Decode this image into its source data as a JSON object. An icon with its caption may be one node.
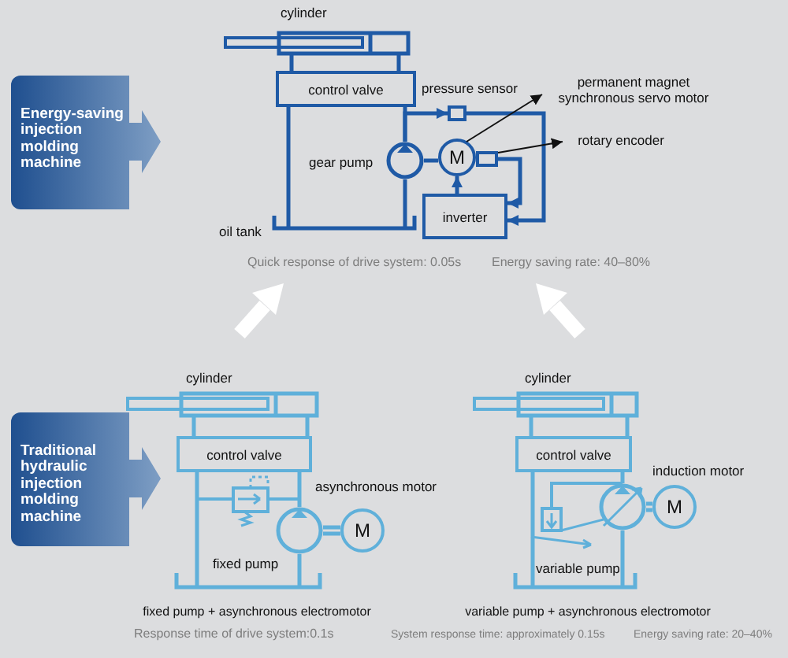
{
  "diagram": {
    "nodes": [
      {
        "text": [
          "Energy-saving injection molding machine"
        ]
      },
      {
        "text": [
          "cylinder"
        ]
      },
      {
        "text": [
          "control valve"
        ]
      },
      {
        "text": [
          "pressure sensor"
        ]
      },
      {
        "text": [],
        "shape": "circle",
        "beside": [
          "gear pump"
        ]
      },
      {
        "text": [
          "M"
        ]
      },
      {
        "text": [],
        "shape": "box"
      },
      {
        "text": [
          "inverter"
        ]
      },
      {
        "text": [
          "permanent magnet synchronous servo motor"
        ]
      },
      {
        "text": [
          "rotary encoder"
        ]
      },
      {
        "text": [
          "Traditional hydraulic injection molding machine"
        ]
      },
      {
        "text": [
          "cylinder"
        ]
      },
      {
        "text": [
          "control valve"
        ]
      },
      {
        "text": [],
        "shape": "circle",
        "beside": [
          "fixed pump"
        ]
      },
      {
        "text": [
          "M"
        ],
        "beside": [
          "asynchronous motor"
        ]
      },
      {
        "text": [
          "cylinder"
        ]
      },
      {
        "text": [
          "control valve"
        ]
      },
      {
        "text": [],
        "shape": "circle",
        "beside": [
          "variable pump"
        ]
      },
      {
        "text": [
          "M"
        ],
        "beside": [
          "induction motor"
        ]
      }
    ],
    "edges": [
      {
        "from": 1,
        "to": 2,
        "arrow": "none"
      },
      {
        "from": 2,
        "to": 4,
        "arrow": "none"
      },
      {
        "from": 4,
        "to": 3,
        "arrow": "to"
      },
      {
        "from": 3,
        "to": 7,
        "arrow": "to"
      },
      {
        "from": 6,
        "to": 7,
        "arrow": "to"
      },
      {
        "from": 7,
        "to": 5,
        "arrow": "to"
      },
      {
        "from": 4,
        "to": 5,
        "arrow": "none"
      },
      {
        "from": 5,
        "to": 8,
        "arrow": "to",
        "color": "#111111"
      },
      {
        "from": 6,
        "to": 9,
        "arrow": "to",
        "color": "#111111"
      },
      {
        "from": 11,
        "to": 12,
        "arrow": "none",
        "color": "#5fb0da"
      },
      {
        "from": 12,
        "to": 13,
        "arrow": "none",
        "color": "#5fb0da"
      },
      {
        "from": 13,
        "to": 14,
        "arrow": "none",
        "color": "#5fb0da"
      },
      {
        "from": 15,
        "to": 16,
        "arrow": "none",
        "color": "#5fb0da"
      },
      {
        "from": 16,
        "to": 17,
        "arrow": "none",
        "color": "#5fb0da"
      },
      {
        "from": 17,
        "to": 18,
        "arrow": "none",
        "color": "#5fb0da"
      }
    ],
    "labels": [
      "oil tank",
      "Quick response of drive system: 0.05s",
      "Energy saving rate: 40–80%",
      "fixed pump + asynchronous electromotor",
      "Response time of drive system:0.1s",
      "variable pump + asynchronous electromotor",
      "System response time: approximately 0.15s",
      "Energy saving rate: 20–40%"
    ]
  }
}
